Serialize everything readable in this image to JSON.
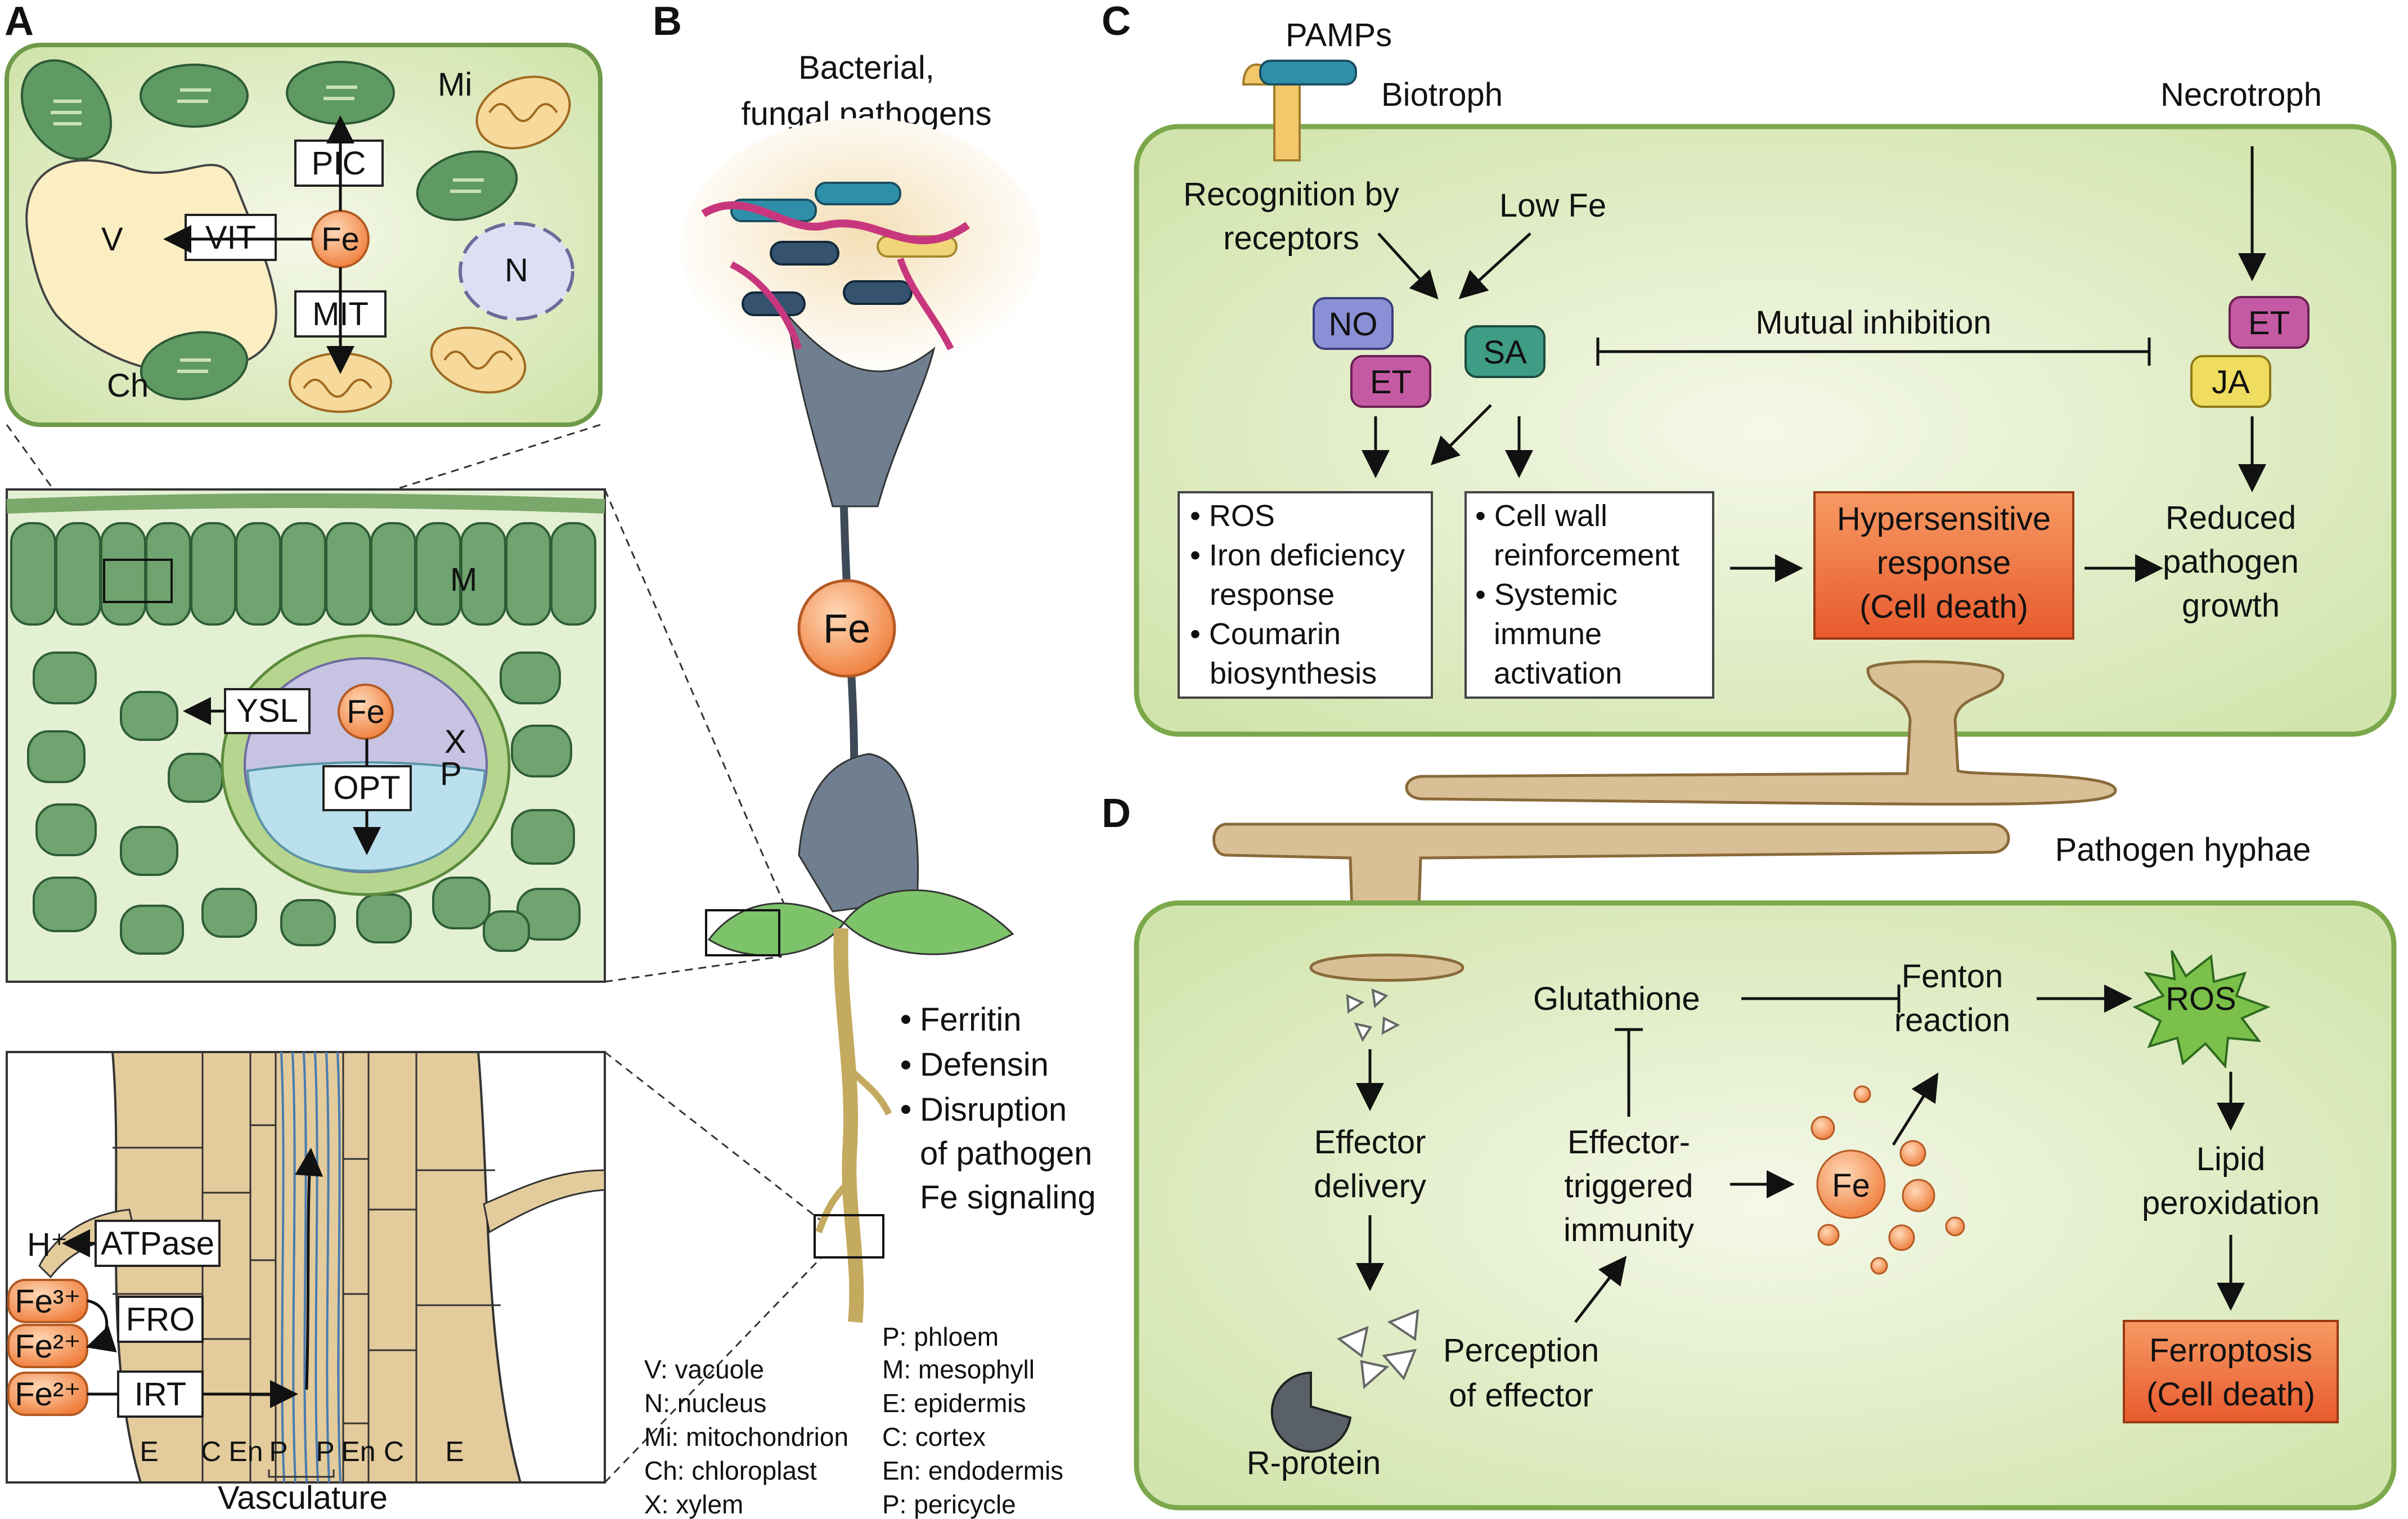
{
  "panels": {
    "a": "A",
    "b": "B",
    "c": "C",
    "d": "D"
  },
  "panel_a": {
    "organelles": {
      "mi": "Mi",
      "v": "V",
      "ch": "Ch",
      "n": "N"
    },
    "transporters": {
      "pic": "PIC",
      "vit": "VIT",
      "mit": "MIT",
      "fe": "Fe"
    },
    "leaf": {
      "m": "M",
      "ysl": "YSL",
      "fe": "Fe",
      "opt": "OPT",
      "x": "X",
      "p": "P"
    },
    "root": {
      "h": "H⁺",
      "atpase": "ATPase",
      "fe3": "Fe³⁺",
      "fe2a": "Fe²⁺",
      "fe2b": "Fe²⁺",
      "fro": "FRO",
      "irt": "IRT",
      "axis": [
        "E",
        "C",
        "En",
        "P",
        "P",
        "En",
        "C",
        "E"
      ],
      "vasculature": "Vasculature"
    }
  },
  "panel_b": {
    "pathogens": [
      "Bacterial,",
      "fungal pathogens"
    ],
    "fe": "Fe",
    "bullets": [
      "Ferritin",
      "Defensin",
      "Disruption",
      "of pathogen",
      "Fe signaling"
    ]
  },
  "legend": {
    "col1": [
      "V: vacuole",
      "N: nucleus",
      "Mi: mitochondrion",
      "Ch: chloroplast",
      "X: xylem"
    ],
    "col2": [
      "P: phloem",
      "M: mesophyll",
      "E: epidermis",
      "C: cortex",
      "En: endodermis",
      "P: pericycle"
    ]
  },
  "panel_c": {
    "pamps": "PAMPs",
    "biotroph": "Biotroph",
    "necrotroph": "Necrotroph",
    "recognition": [
      "Recognition by",
      "receptors"
    ],
    "low_fe": "Low Fe",
    "no": "NO",
    "et": "ET",
    "sa": "SA",
    "et2": "ET",
    "ja": "JA",
    "mutual": "Mutual inhibition",
    "box1": [
      "• ROS",
      "• Iron deficiency",
      "response",
      "• Coumarin",
      "biosynthesis"
    ],
    "box2": [
      "• Cell wall",
      "reinforcement",
      "• Systemic",
      "immune",
      "activation"
    ],
    "hr": [
      "Hypersensitive",
      "response",
      "(Cell death)"
    ],
    "reduced": [
      "Reduced",
      "pathogen",
      "growth"
    ]
  },
  "panel_d": {
    "hyphae": "Pathogen hyphae",
    "effector_delivery": [
      "Effector",
      "delivery"
    ],
    "glutathione": "Glutathione",
    "fenton": [
      "Fenton",
      "reaction"
    ],
    "ros": "ROS",
    "eti": [
      "Effector-",
      "triggered",
      "immunity"
    ],
    "fe": "Fe",
    "lipid": [
      "Lipid",
      "peroxidation"
    ],
    "ferroptosis": [
      "Ferroptosis",
      "(Cell death)"
    ],
    "perception": [
      "Perception",
      "of effector"
    ],
    "rprotein": "R-protein"
  },
  "colors": {
    "cell_green": "#d9e8b8",
    "organelle_green": "#5f9a63",
    "vacuole": "#fbeec2",
    "mito": "#e7b25a",
    "fe_orange": "#f08a4b",
    "hr_red": "#ef6a3a",
    "no_purple": "#8b8fd6",
    "et_magenta": "#c45aa3",
    "sa_teal": "#3f9c85",
    "ja_yellow": "#f0dc5e",
    "hyphae_tan": "#d9bf96",
    "root_tan": "#e3cb9c"
  }
}
